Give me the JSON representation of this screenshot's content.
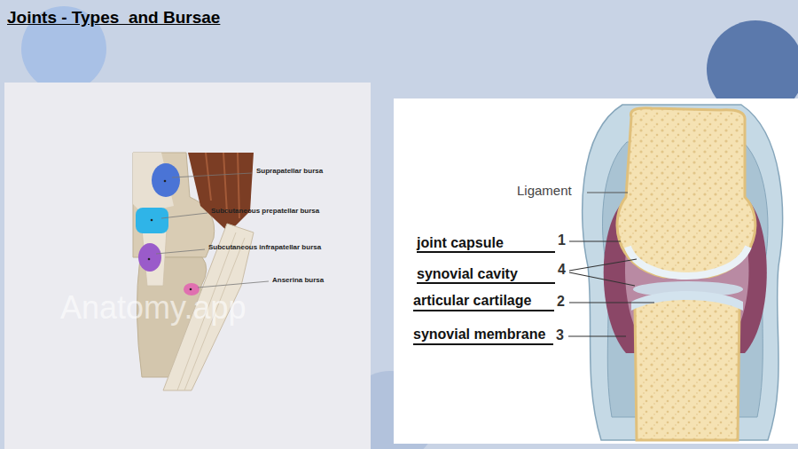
{
  "diagram": {
    "title": "Joints - Types  and Bursae",
    "labels": [
      "Suprapatellar bursa",
      "Subcutaneous prepatellar bursa",
      "Subcutaneous infrapatellar bursa",
      "Anserina bursa",
      "Anatomy.app",
      "Ligament",
      "joint capsule",
      "1",
      "synovial cavity",
      "4",
      "articular cartilage",
      "2",
      "synovial membrane",
      "3"
    ]
  }
}
